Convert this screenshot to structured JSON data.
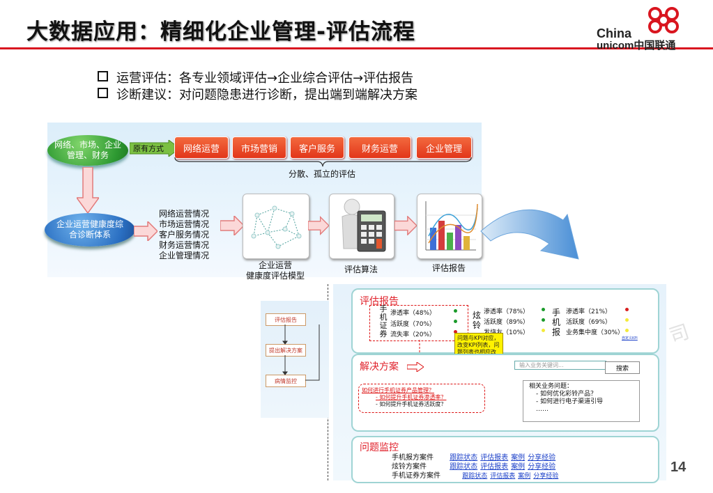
{
  "slide": {
    "title": "大数据应用：精细化企业管理-评估流程",
    "page_number": "14",
    "watermark": "司"
  },
  "logo": {
    "line1": "China",
    "line2": "unicom中国联通",
    "brand_red": "#d9151f"
  },
  "bullets": [
    "运营评估：各专业领域评估→企业综合评估→评估报告",
    "诊断建议：对问题隐患进行诊断，提出端到端解决方案"
  ],
  "upper": {
    "top_ellipse": "网络、市场、企业管理、财务",
    "original_way": "原有方式",
    "departments": [
      "网络运营",
      "市场营销",
      "客户服务",
      "财务运营",
      "企业管理"
    ],
    "scattered_label": "分散、孤立的评估",
    "bottom_ellipse": "企业运营健康度综合诊断体系",
    "situations": [
      "网络运营情况",
      "市场运营情况",
      "客户服务情况",
      "财务运营情况",
      "企业管理情况"
    ],
    "model_label": "企业运营\n健康度评估模型",
    "algorithm_label": "评估算法",
    "report_label": "评估报告"
  },
  "flow": {
    "items": [
      "评估报告",
      "提出解决方案",
      "病情监控"
    ]
  },
  "report": {
    "title": "评估报告",
    "groups": [
      {
        "name": "手机证券",
        "metrics": [
          {
            "label": "渗透率（48%）",
            "status": "green"
          },
          {
            "label": "活跃度（70%）",
            "status": "green"
          },
          {
            "label": "流失率（20%）",
            "status": "red"
          }
        ]
      },
      {
        "name": "炫铃",
        "metrics": [
          {
            "label": "渗透率（78%）",
            "status": "green"
          },
          {
            "label": "活跃度（89%）",
            "status": "green"
          },
          {
            "label": "发烧友（10%）",
            "status": "yellow"
          }
        ]
      },
      {
        "name": "手机报",
        "metrics": [
          {
            "label": "渗透率（21%）",
            "status": "red"
          },
          {
            "label": "活跃度（69%）",
            "status": "yellow"
          },
          {
            "label": "业务集中度（30%）",
            "status": "yellow"
          }
        ]
      }
    ],
    "kpi_link": "自定义KPI",
    "callout": "问题与KPI对应，改变KPI列表，问题列表也相应改变",
    "status_colors": {
      "green": "#1a9a2a",
      "red": "#d81e1e",
      "yellow": "#f3ea3a"
    }
  },
  "solution": {
    "title": "解决方案",
    "search_placeholder": "输入业务关键词...",
    "search_button": "搜索",
    "question": "如何进行手机证券产品管理？",
    "sub_questions": [
      "- 如何提升手机证券渗透率？",
      "- 如何提升手机证券活跃度？"
    ],
    "related_title": "相关业务问题：",
    "related_items": [
      "- 如何优化彩铃产品？",
      "- 如何进行电子渠道引导",
      "……"
    ]
  },
  "monitor": {
    "title": "问题监控",
    "rows": [
      {
        "name": "手机报方案件",
        "links": [
          "跟踪状态",
          "评估报表",
          "案例",
          "分享经验"
        ]
      },
      {
        "name": "炫铃方案件",
        "links": [
          "跟踪状态",
          "评估报表",
          "案例",
          "分享经验"
        ]
      },
      {
        "name": "手机证券方案件",
        "links": [
          "跟踪状态",
          "评估报表",
          "案例",
          "分享经验"
        ]
      }
    ]
  }
}
